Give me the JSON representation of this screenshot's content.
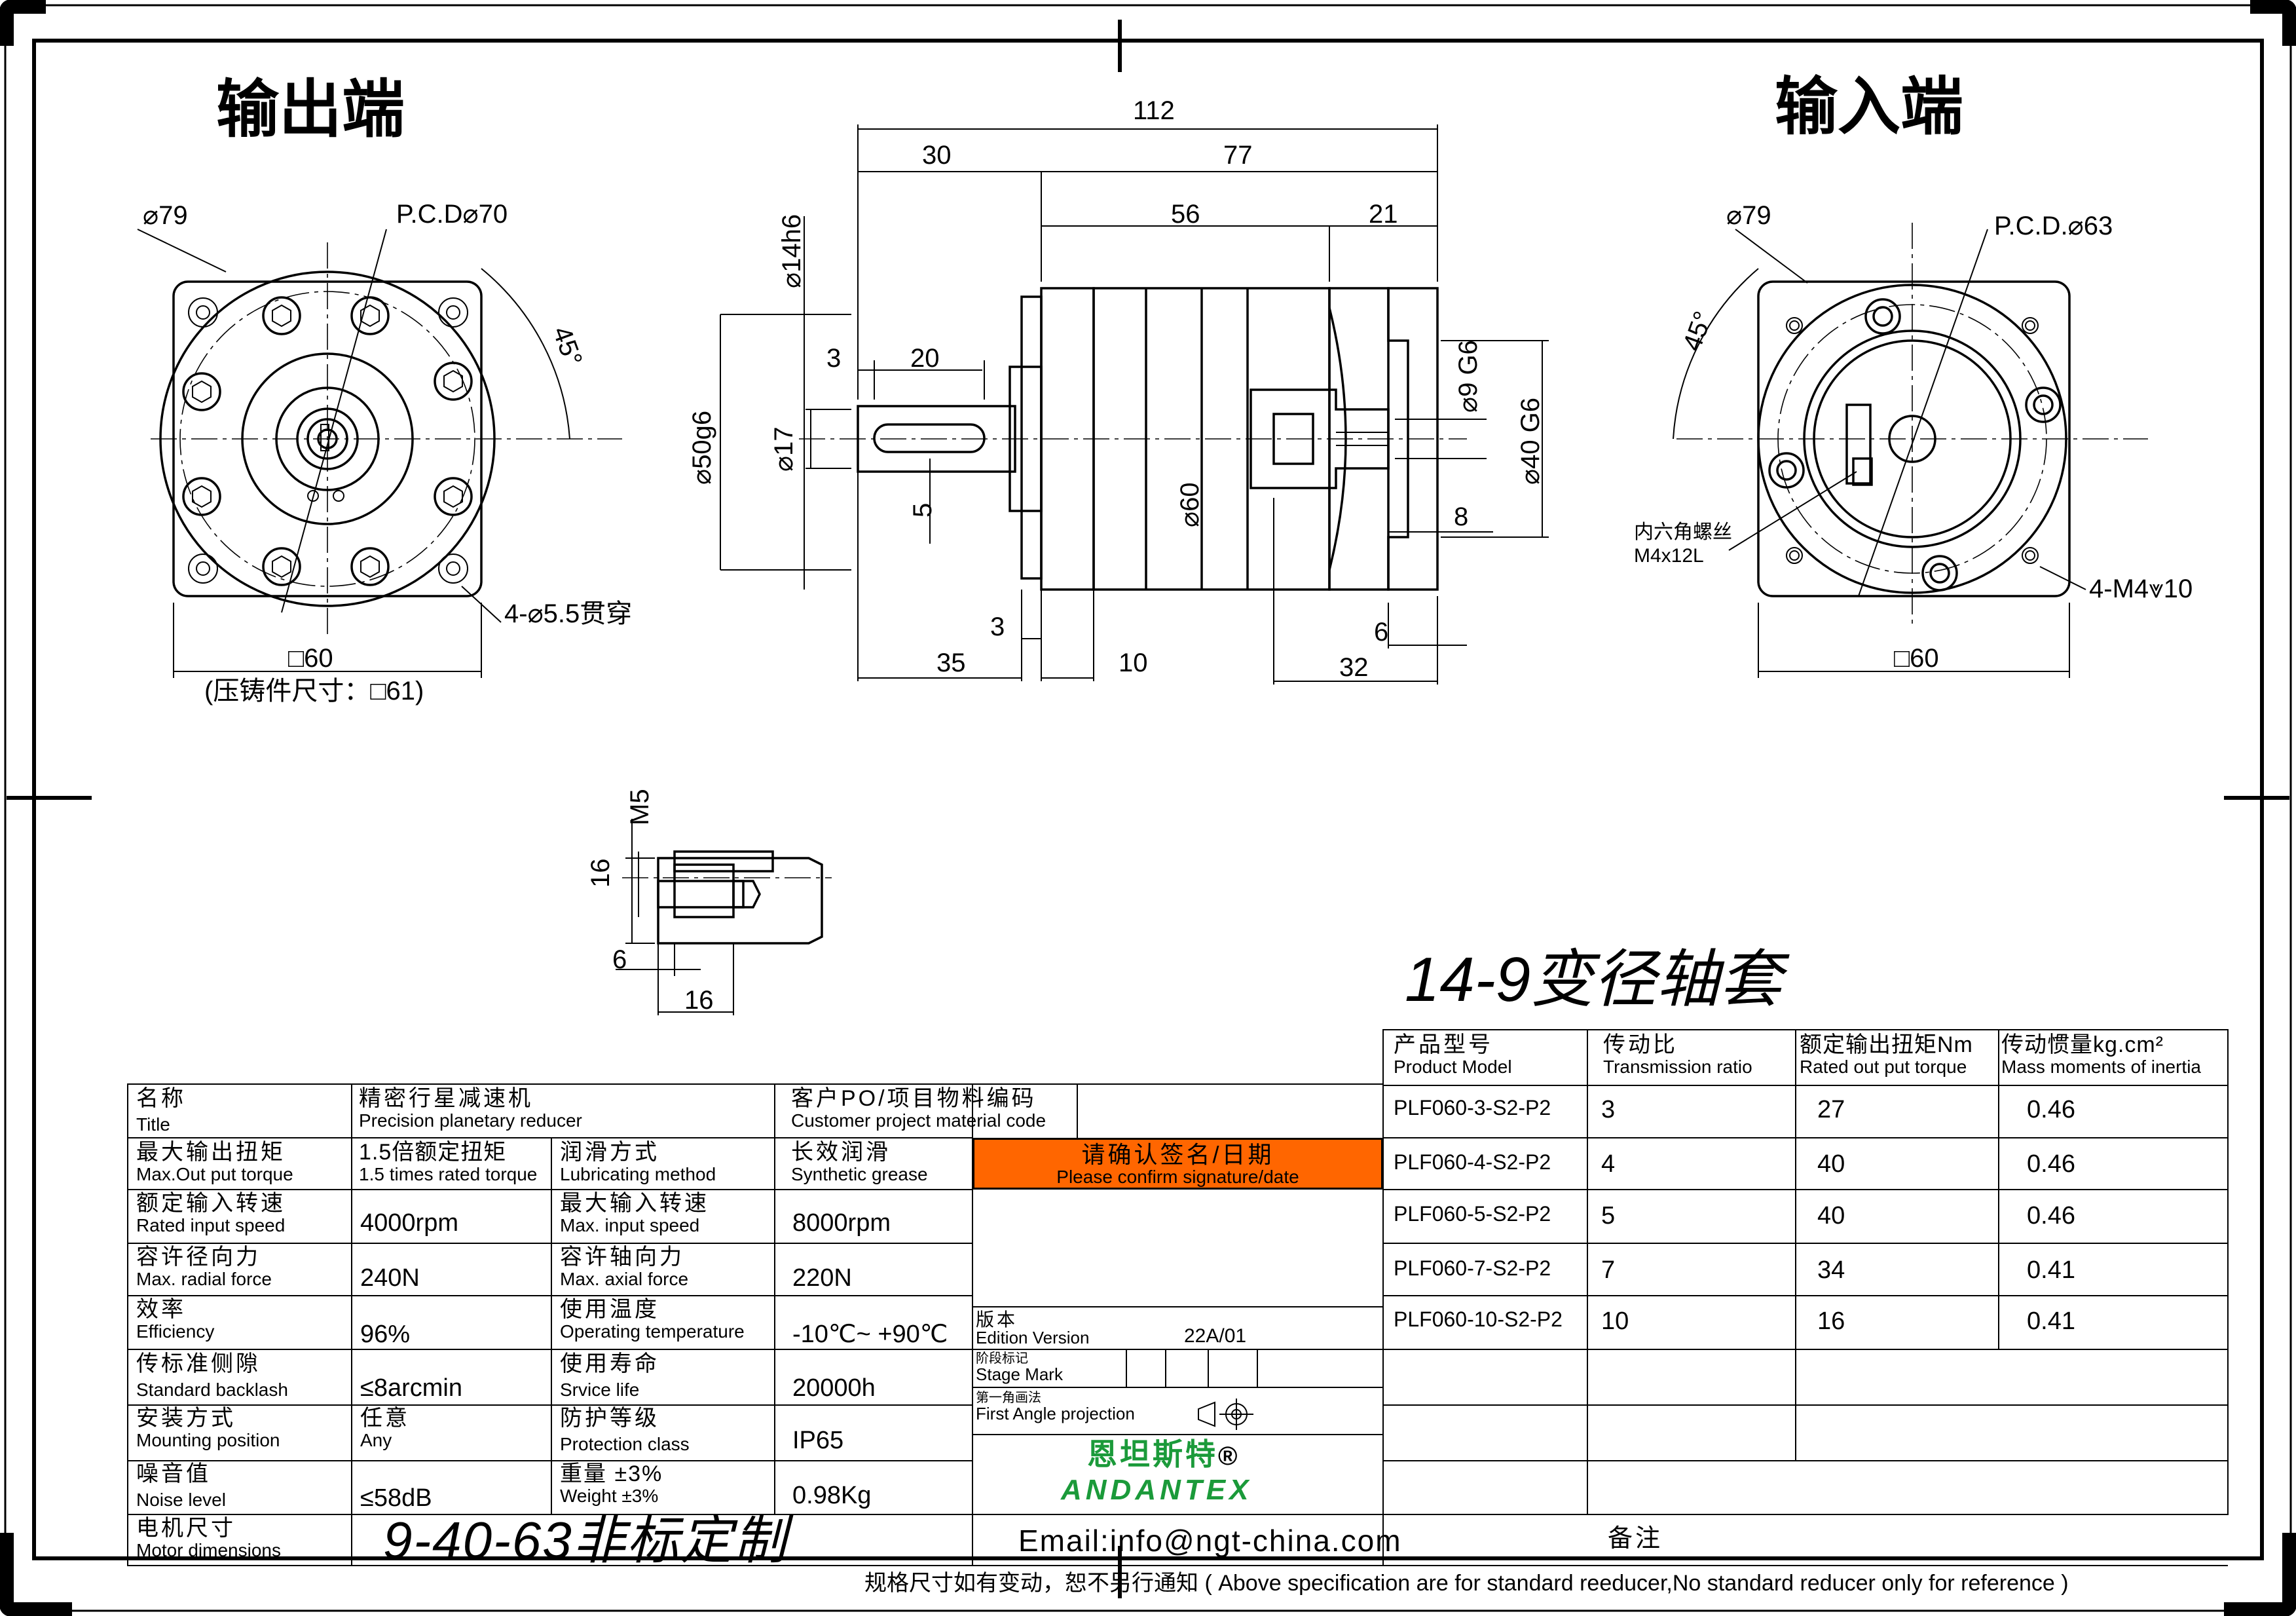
{
  "views": {
    "output_title": "输出端",
    "input_title": "输入端",
    "output_view": {
      "dia_outer": "⌀79",
      "pcd": "P.C.D⌀70",
      "angle": "45°",
      "holes": "4-⌀5.5贯穿",
      "square": "□60",
      "cast": "(压铸件尺寸：□61)"
    },
    "input_view": {
      "dia_outer": "⌀79",
      "pcd": "P.C.D.⌀63",
      "angle": "45°",
      "screw_line1": "内六角螺丝",
      "screw_line2": "M4x12L",
      "threads": "4-M4⩔10",
      "square": "□60"
    },
    "side_view": {
      "d112": "112",
      "d30": "30",
      "d77": "77",
      "d56": "56",
      "d21": "21",
      "d3a": "3",
      "d20": "20",
      "d5": "5",
      "shaft": "⌀14h6",
      "d50": "⌀50g6",
      "d17": "⌀17",
      "d60": "⌀60",
      "d9": "⌀9 G6",
      "d40": "⌀40 G6",
      "d8": "8",
      "d35": "35",
      "d3b": "3",
      "d10": "10",
      "d6": "6",
      "d32": "32"
    },
    "sleeve": {
      "thread": "M5",
      "d16v": "16",
      "d6": "6",
      "d16h": "16",
      "title": "14-9变径轴套"
    }
  },
  "perf_table": {
    "headers": [
      {
        "cn": "产品型号",
        "en": "Product Model"
      },
      {
        "cn": "传动比",
        "en": "Transmission ratio"
      },
      {
        "cn": "额定输出扭矩Nm",
        "en": "Rated out put torque"
      },
      {
        "cn": "传动惯量kg.cm²",
        "en": "Mass moments of inertia"
      }
    ],
    "rows": [
      [
        "PLF060-3-S2-P2",
        "3",
        "27",
        "0.46"
      ],
      [
        "PLF060-4-S2-P2",
        "4",
        "40",
        "0.46"
      ],
      [
        "PLF060-5-S2-P2",
        "5",
        "40",
        "0.46"
      ],
      [
        "PLF060-7-S2-P2",
        "7",
        "34",
        "0.41"
      ],
      [
        "PLF060-10-S2-P2",
        "10",
        "16",
        "0.41"
      ]
    ],
    "remark": "备注"
  },
  "spec_table": {
    "name_cn": "名称",
    "name_en": "Title",
    "title_cn": "精密行星减速机",
    "title_en": "Precision planetary reducer",
    "po_cn": "客户PO/项目物料编码",
    "po_en": "Customer project material code",
    "rows": [
      {
        "l1cn": "最大输出扭矩",
        "l1en": "Max.Out put torque",
        "v1cn": "1.5倍额定扭矩",
        "v1en": "1.5 times rated torque",
        "l2cn": "润滑方式",
        "l2en": "Lubricating method",
        "v2cn": "长效润滑",
        "v2en": "Synthetic grease"
      },
      {
        "l1cn": "额定输入转速",
        "l1en": "Rated input speed",
        "v1": "4000rpm",
        "l2cn": "最大输入转速",
        "l2en": "Max. input speed",
        "v2": "8000rpm"
      },
      {
        "l1cn": "容许径向力",
        "l1en": "Max. radial force",
        "v1": "240N",
        "l2cn": "容许轴向力",
        "l2en": "Max. axial force",
        "v2": "220N"
      },
      {
        "l1cn": "效率",
        "l1en": "Efficiency",
        "v1": "96%",
        "l2cn": "使用温度",
        "l2en": "Operating temperature",
        "v2": "-10℃~ +90℃"
      },
      {
        "l1cn": "传标准侧隙",
        "l1en": "Standard backlash",
        "v1": "≤8arcmin",
        "l2cn": "使用寿命",
        "l2en": "Srvice life",
        "v2": "20000h"
      },
      {
        "l1cn": "安装方式",
        "l1en": "Mounting position",
        "v1cn": "任意",
        "v1en": "Any",
        "l2cn": "防护等级",
        "l2en": "Protection class",
        "v2": "IP65"
      },
      {
        "l1cn": "噪音值",
        "l1en": "Noise level",
        "v1": "≤58dB",
        "l2cn": "重量 ±3%",
        "l2en": "Weight ±3%",
        "v2": "0.98Kg"
      }
    ],
    "motor_cn": "电机尺寸",
    "motor_en": "Motor dimensions",
    "motor_value": "9-40-63非标定制"
  },
  "confirm": {
    "cn": "请确认签名/日期",
    "en": "Please confirm signature/date",
    "color": "#FF6600"
  },
  "version": {
    "cn": "版本",
    "en": "Edition Version",
    "value": "22A/01"
  },
  "stage": {
    "cn": "阶段标记",
    "en": "Stage Mark"
  },
  "projection": {
    "cn": "第一角画法",
    "en": "First Angle projection"
  },
  "brand": {
    "cn": "恩坦斯特",
    "reg": "®",
    "en": "ANDANTEX",
    "color": "#1B9A3A"
  },
  "email": "Email:info@ngt-china.com",
  "footer": "规格尺寸如有变动，恕不另行通知  ( Above specification are for standard reeducer,No standard reducer only for reference )"
}
